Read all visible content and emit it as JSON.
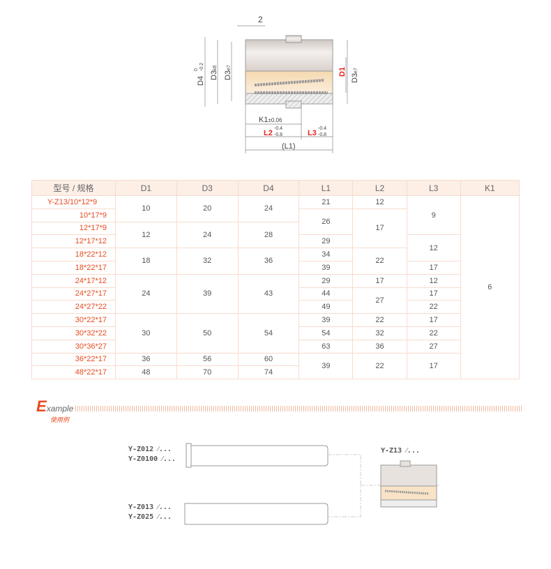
{
  "diagram": {
    "dim_2": "2",
    "d4": "D4",
    "d4_tol_up": "0",
    "d4_tol_low": "-0.2",
    "d3k6": "D3",
    "d3k6_sub": "k6",
    "d3e7": "D3",
    "d3e7_sub": "e7",
    "d1": "D1",
    "d3e7_right": "D3",
    "d3e7_right_sub": "e7",
    "k1": "K1",
    "k1_tol": "±0.06",
    "l2": "L2",
    "l3": "L3",
    "tol_up": "-0.4",
    "tol_low": "-0.8",
    "l1": "(L1)"
  },
  "table": {
    "headers": [
      "型号 / 规格",
      "D1",
      "D3",
      "D4",
      "L1",
      "L2",
      "L3",
      "K1"
    ],
    "models": [
      "Y-Z13/10*12*9",
      "10*17*9",
      "12*17*9",
      "12*17*12",
      "18*22*12",
      "18*22*17",
      "24*17*12",
      "24*27*17",
      "24*27*22",
      "30*22*17",
      "30*32*22",
      "30*36*27",
      "36*22*17",
      "48*22*17"
    ],
    "columns": [
      [
        {
          "v": "10",
          "rows": 2
        },
        {
          "v": "12",
          "rows": 2
        },
        {
          "v": "18",
          "rows": 2
        },
        {
          "v": "24",
          "rows": 3
        },
        {
          "v": "30",
          "rows": 3
        },
        {
          "v": "36",
          "rows": 1
        },
        {
          "v": "48",
          "rows": 1
        }
      ],
      [
        {
          "v": "20",
          "rows": 2
        },
        {
          "v": "24",
          "rows": 2
        },
        {
          "v": "32",
          "rows": 2
        },
        {
          "v": "39",
          "rows": 3
        },
        {
          "v": "50",
          "rows": 3
        },
        {
          "v": "56",
          "rows": 1
        },
        {
          "v": "70",
          "rows": 1
        }
      ],
      [
        {
          "v": "24",
          "rows": 2
        },
        {
          "v": "28",
          "rows": 2
        },
        {
          "v": "36",
          "rows": 2
        },
        {
          "v": "43",
          "rows": 3
        },
        {
          "v": "54",
          "rows": 3
        },
        {
          "v": "60",
          "rows": 1
        },
        {
          "v": "74",
          "rows": 1
        }
      ],
      [
        {
          "v": "21",
          "rows": 1
        },
        {
          "v": "26",
          "rows": 2
        },
        {
          "v": "29",
          "rows": 1
        },
        {
          "v": "34",
          "rows": 1
        },
        {
          "v": "39",
          "rows": 1
        },
        {
          "v": "29",
          "rows": 1
        },
        {
          "v": "44",
          "rows": 1
        },
        {
          "v": "49",
          "rows": 1
        },
        {
          "v": "39",
          "rows": 1
        },
        {
          "v": "54",
          "rows": 1
        },
        {
          "v": "63",
          "rows": 1
        },
        {
          "v": "39",
          "rows": 2
        }
      ],
      [
        {
          "v": "12",
          "rows": 1
        },
        {
          "v": "17",
          "rows": 3
        },
        {
          "v": "22",
          "rows": 2
        },
        {
          "v": "17",
          "rows": 1
        },
        {
          "v": "27",
          "rows": 2
        },
        {
          "v": "22",
          "rows": 1
        },
        {
          "v": "32",
          "rows": 1
        },
        {
          "v": "36",
          "rows": 1
        },
        {
          "v": "22",
          "rows": 2
        }
      ],
      [
        {
          "v": "9",
          "rows": 3
        },
        {
          "v": "12",
          "rows": 2
        },
        {
          "v": "17",
          "rows": 1
        },
        {
          "v": "12",
          "rows": 1
        },
        {
          "v": "17",
          "rows": 1
        },
        {
          "v": "22",
          "rows": 1
        },
        {
          "v": "17",
          "rows": 1
        },
        {
          "v": "22",
          "rows": 1
        },
        {
          "v": "27",
          "rows": 1
        },
        {
          "v": "17",
          "rows": 2
        }
      ],
      [
        {
          "v": "6",
          "rows": 14
        }
      ]
    ]
  },
  "example": {
    "initial": "E",
    "word": "xample",
    "cn": "使用例",
    "pin1_a": "Y-Z012 ⁄...",
    "pin1_b": "Y-Z0100 ⁄...",
    "pin2_a": "Y-Z013 ⁄...",
    "pin2_b": "Y-Z025 ⁄...",
    "bush": "Y-Z13 ⁄..."
  },
  "colors": {
    "accent": "#e84a1f",
    "header_bg": "#fdeee6",
    "border": "#f7dccd"
  }
}
